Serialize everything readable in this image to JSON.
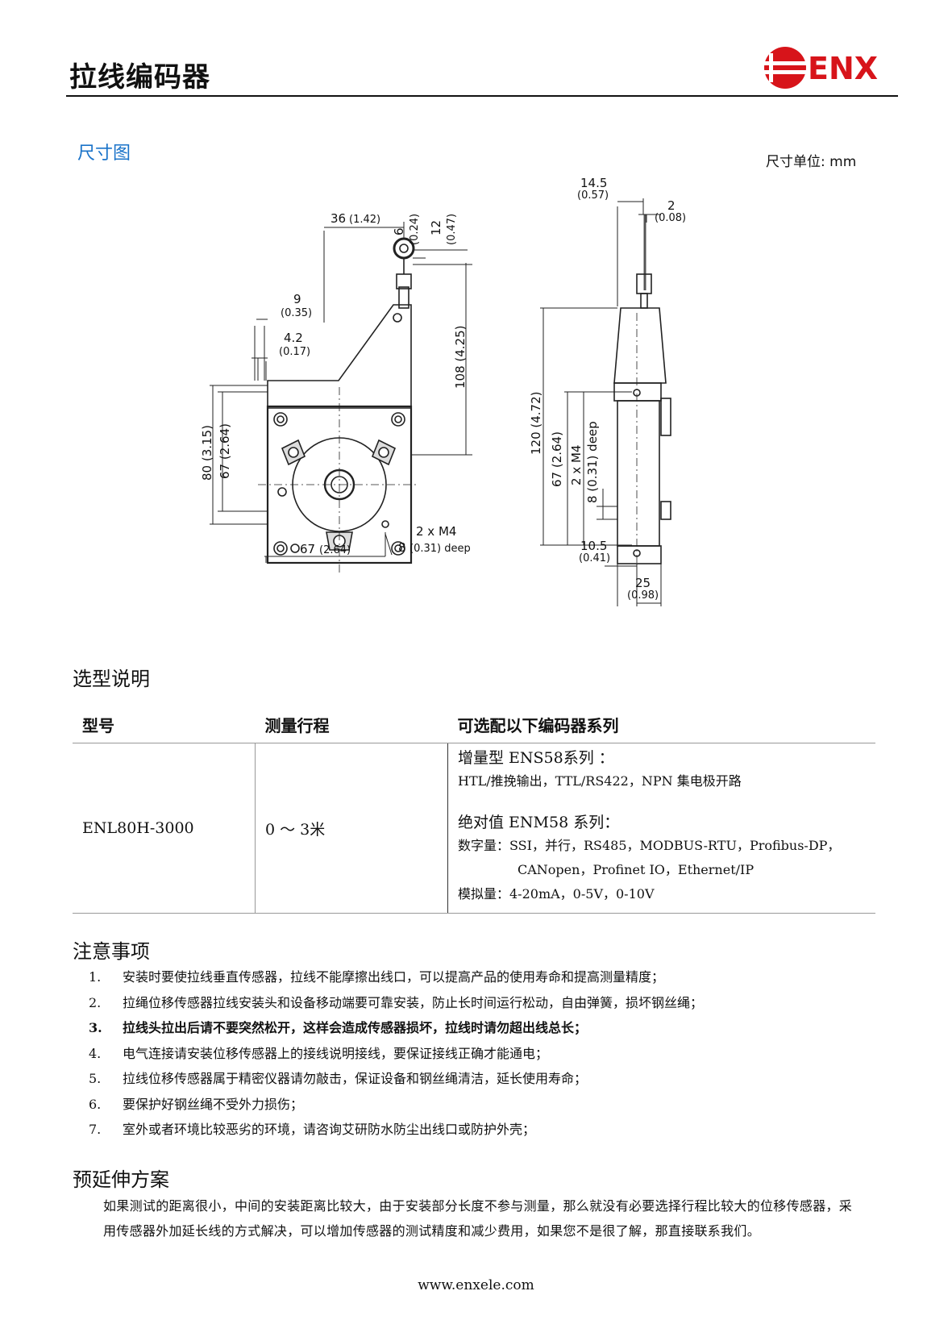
{
  "header": {
    "title": "拉线编码器",
    "logo_text": "ENX",
    "logo_color": "#d7141a"
  },
  "dimension_section": {
    "heading": "尺寸图",
    "unit_label": "尺寸单位: mm",
    "labels": {
      "top_width": "36",
      "top_width_in": "(1.42)",
      "ring_6": "6",
      "ring_6_in": "(0.24)",
      "ring_12": "12",
      "ring_12_in": "(0.47)",
      "d9": "9",
      "d9_in": "(0.35)",
      "d42": "4.2",
      "d42_in": "(0.17)",
      "h108": "108 (4.25)",
      "h80": "80 (3.15)",
      "h67": "67 (2.64)",
      "w67": "67",
      "w67_in": "(2.64)",
      "m4_a": "2 x M4",
      "m4_b": "8",
      "m4_b_in": "(0.31) deep",
      "side_145": "14.5",
      "side_145_in": "(0.57)",
      "side_2": "2",
      "side_2_in": "(0.08)",
      "side_120": "120 (4.72)",
      "side_67": "67 (2.64)",
      "side_m4": "2 x M4",
      "side_deep": "8 (0.31) deep",
      "side_105": "10.5",
      "side_105_in": "(0.41)",
      "side_25": "25",
      "side_25_in": "(0.98)"
    }
  },
  "selection": {
    "heading": "选型说明",
    "columns": [
      "型号",
      "测量行程",
      "可选配以下编码器系列"
    ],
    "model": "ENL80H-3000",
    "range": "0 ～ 3米",
    "incremental_title": "增量型 ENS58系列 ：",
    "incremental_detail": "HTL/推挽输出，TTL/RS422，NPN 集电极开路",
    "absolute_title": "绝对值 ENM58 系列：",
    "digital_line1": "数字量：SSI，并行，RS485，MODBUS-RTU，Profibus-DP，",
    "digital_line2": "CANopen，Profinet IO，Ethernet/IP",
    "analog_line": "模拟量：4-20mA，0-5V，0-10V"
  },
  "notes": {
    "heading": "注意事项",
    "items": [
      {
        "n": "1.",
        "text": "安装时要使拉线垂直传感器，拉线不能摩擦出线口，可以提高产品的使用寿命和提高测量精度；"
      },
      {
        "n": "2.",
        "text": "拉绳位移传感器拉线安装头和设备移动端要可靠安装，防止长时间运行松动，自由弹簧，损坏钢丝绳；"
      },
      {
        "n": "3.",
        "text": "拉线头拉出后请不要突然松开，这样会造成传感器损坏，拉线时请勿超出线总长；"
      },
      {
        "n": "4.",
        "text": "电气连接请安装位移传感器上的接线说明接线，要保证接线正确才能通电；"
      },
      {
        "n": "5.",
        "text": "拉线位移传感器属于精密仪器请勿敲击，保证设备和钢丝绳清洁，延长使用寿命；"
      },
      {
        "n": "6.",
        "text": "要保护好钢丝绳不受外力损伤；"
      },
      {
        "n": "7.",
        "text": "室外或者环境比较恶劣的环境，请咨询艾研防水防尘出线口或防护外壳；"
      }
    ]
  },
  "extension": {
    "heading": "预延伸方案",
    "text": "如果测试的距离很小，中间的安装距离比较大，由于安装部分长度不参与测量，那么就没有必要选择行程比较大的位移传感器，采用传感器外加延长线的方式解决，可以增加传感器的测试精度和减少费用，如果您不是很了解，那直接联系我们。"
  },
  "footer": {
    "url": "www.enxele.com"
  }
}
